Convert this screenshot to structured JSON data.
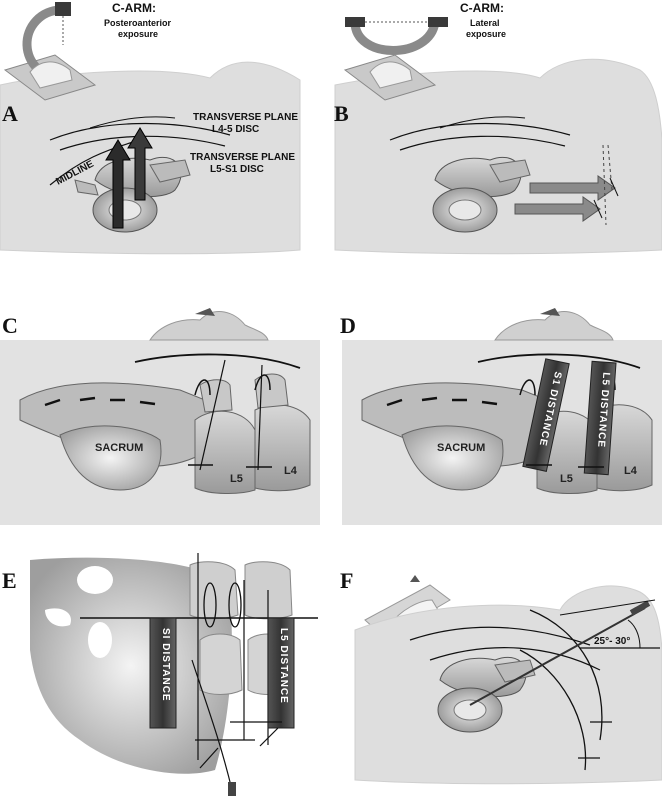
{
  "panels": {
    "A": {
      "label": "A",
      "carm_title": "C-ARM:",
      "carm_sub1": "Posteroanterior",
      "carm_sub2": "exposure",
      "plane1_a": "TRANSVERSE PLANE",
      "plane1_b": "L4-5 DISC",
      "plane2_a": "TRANSVERSE PLANE",
      "plane2_b": "L5-S1 DISC",
      "midline": "MIDLINE"
    },
    "B": {
      "label": "B",
      "carm_title": "C-ARM:",
      "carm_sub1": "Lateral",
      "carm_sub2": "exposure"
    },
    "C": {
      "label": "C",
      "sacrum": "SACRUM",
      "l5": "L5",
      "l4": "L4"
    },
    "D": {
      "label": "D",
      "sacrum": "SACRUM",
      "l5": "L5",
      "l4": "L4",
      "ruler1": "S1 DISTANCE",
      "ruler2": "L5 DISTANCE"
    },
    "E": {
      "label": "E",
      "ruler1": "SI DISTANCE",
      "ruler2": "L5 DISTANCE"
    },
    "F": {
      "label": "F",
      "angle": "25°- 30°"
    }
  },
  "colors": {
    "skin": "#dcdcdc",
    "bone": "#c6c6c6",
    "dark": "#1a1a1a",
    "arrow_dark": "#2b2b2b",
    "arrow_grey": "#8a8a8a"
  }
}
